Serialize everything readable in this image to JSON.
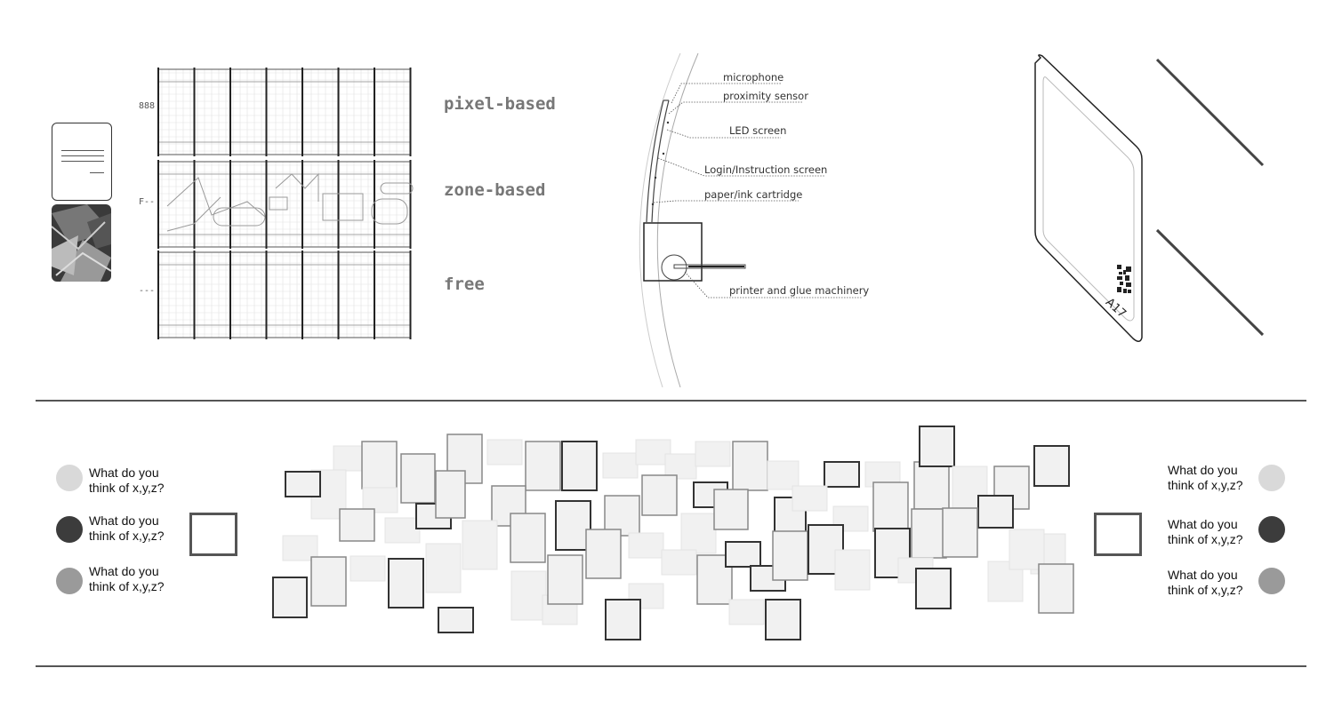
{
  "panel_codes": {
    "pixel": "888",
    "zone": "F--",
    "free": "---"
  },
  "modes": [
    {
      "label": "pixel-based"
    },
    {
      "label": "zone-based"
    },
    {
      "label": "free"
    }
  ],
  "device_callouts": [
    {
      "label": "microphone"
    },
    {
      "label": "proximity sensor"
    },
    {
      "label": "LED screen"
    },
    {
      "label": "Login/Instruction screen"
    },
    {
      "label": "paper/ink cartridge"
    },
    {
      "label": "printer and glue machinery"
    }
  ],
  "badge_label": "A17",
  "questions_left": [
    {
      "text_line1": "What do you",
      "text_line2": "think of x,y,z?",
      "color": "#d9d9d9"
    },
    {
      "text_line1": "What do you",
      "text_line2": "think of x,y,z?",
      "color": "#3c3c3c"
    },
    {
      "text_line1": "What do you",
      "text_line2": "think of x,y,z?",
      "color": "#9a9a9a"
    }
  ],
  "questions_right": [
    {
      "text_line1": "What do you",
      "text_line2": "think of x,y,z?",
      "color": "#d9d9d9"
    },
    {
      "text_line1": "What do you",
      "text_line2": "think of x,y,z?",
      "color": "#3c3c3c"
    },
    {
      "text_line1": "What do you",
      "text_line2": "think of x,y,z?",
      "color": "#9a9a9a"
    }
  ],
  "colors": {
    "dark": "#444444",
    "mid": "#888888",
    "light": "#cccccc",
    "card_fill": "#f1f1f1"
  }
}
